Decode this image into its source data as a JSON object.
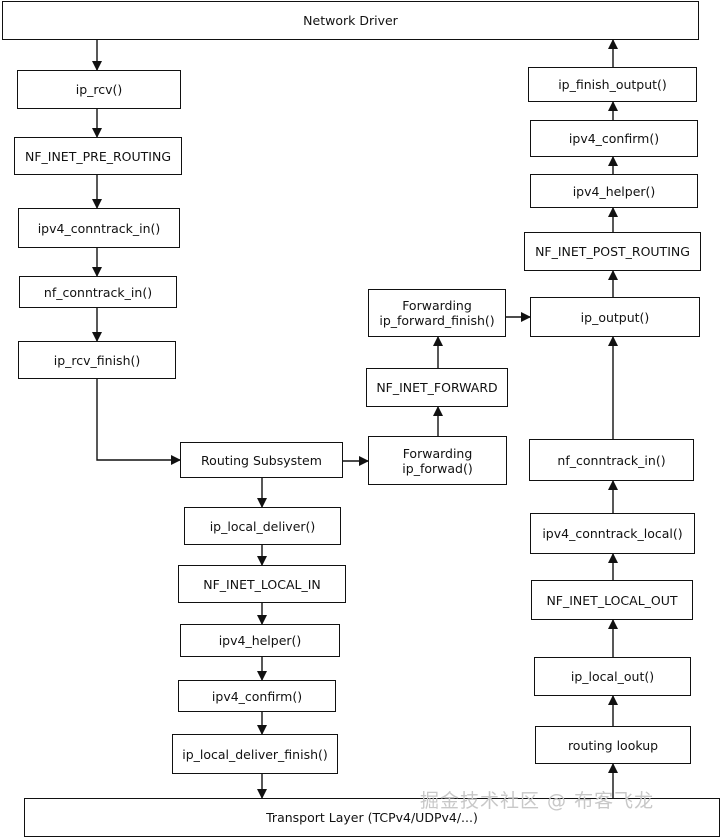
{
  "nodes": {
    "network_driver": "Network Driver",
    "ip_rcv": "ip_rcv()",
    "nf_inet_pre_routing": "NF_INET_PRE_ROUTING",
    "ipv4_conntrack_in": "ipv4_conntrack_in()",
    "nf_conntrack_in_left": "nf_conntrack_in()",
    "ip_rcv_finish": "ip_rcv_finish()",
    "routing_subsystem": "Routing Subsystem",
    "ip_local_deliver": "ip_local_deliver()",
    "nf_inet_local_in": "NF_INET_LOCAL_IN",
    "ipv4_helper_left": "ipv4_helper()",
    "ipv4_confirm_left": "ipv4_confirm()",
    "ip_local_deliver_finish": "ip_local_deliver_finish()",
    "transport_layer": "Transport Layer (TCPv4/UDPv4/...)",
    "forwarding_ip_forwad": "Forwarding\nip_forwad()",
    "nf_inet_forward": "NF_INET_FORWARD",
    "forwarding_ip_forward_finish": "Forwarding\nip_forward_finish()",
    "ip_output": "ip_output()",
    "nf_inet_post_routing": "NF_INET_POST_ROUTING",
    "ipv4_helper_right": "ipv4_helper()",
    "ipv4_confirm_right": "ipv4_confirm()",
    "ip_finish_output": "ip_finish_output()",
    "nf_conntrack_in_right": "nf_conntrack_in()",
    "ipv4_conntrack_local": "ipv4_conntrack_local()",
    "nf_inet_local_out": "NF_INET_LOCAL_OUT",
    "ip_local_out": "ip_local_out()",
    "routing_lookup": "routing lookup"
  },
  "watermark": "掘金技术社区 @ 布客飞龙"
}
